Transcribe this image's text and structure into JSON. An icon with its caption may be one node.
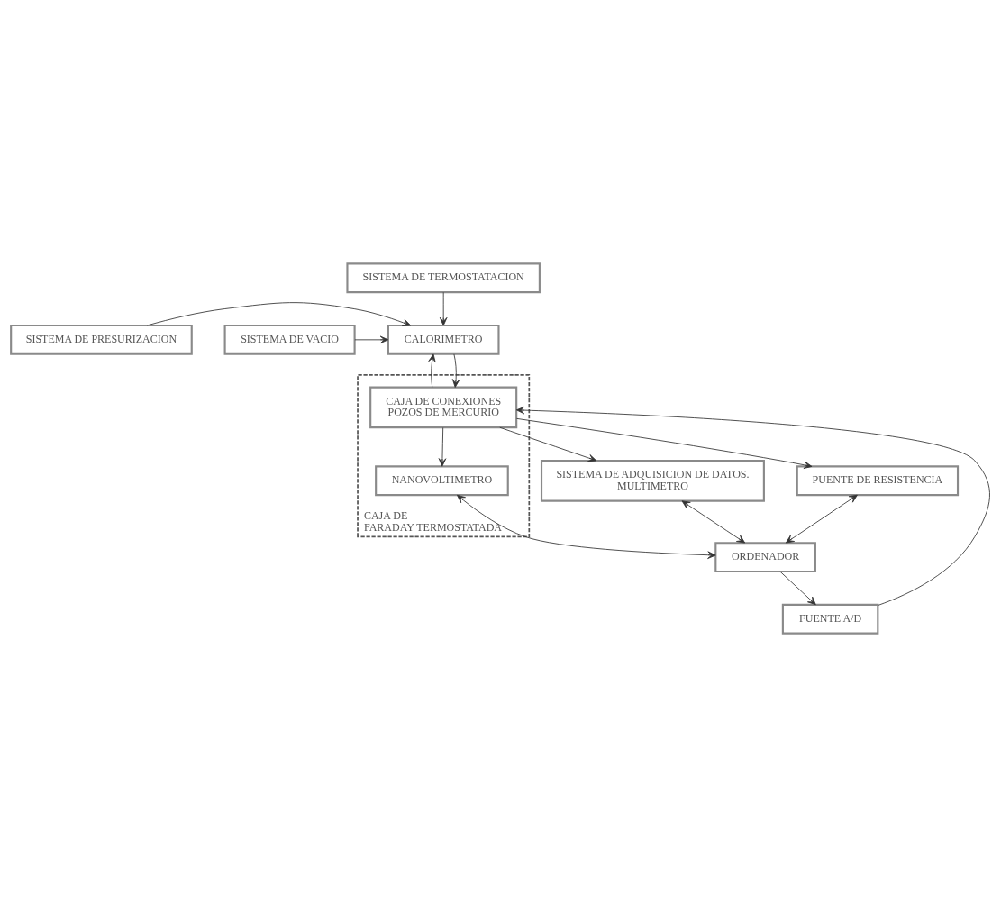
{
  "diagram": {
    "nodes": [
      {
        "text": [
          "SISTEMA DE TERMOSTATACION"
        ]
      },
      {
        "text": [
          "SISTEMA DE PRESURIZACION"
        ]
      },
      {
        "text": [
          "CALORIMETRO"
        ]
      },
      {
        "text": [
          "SISTEMA DE VACIO"
        ]
      },
      {
        "text": [
          "CAJA DE FARADAY TERMOSTATADA"
        ]
      },
      {
        "text": [
          "CAJA DE CONEXIONES",
          "POZOS DE MERCURIO"
        ],
        "in": 4
      },
      {
        "text": [
          "FUENTE A/D"
        ]
      },
      {
        "text": [
          "NANOVOLTIMETRO"
        ],
        "in": 4
      },
      {
        "text": [
          "SISTEMA DE ADQUISICION DE DATOS.",
          "MULTIMETRO"
        ]
      },
      {
        "text": [
          "PUENTE DE RESISTENCIA"
        ]
      },
      {
        "text": [
          "ORDENADOR"
        ]
      }
    ],
    "edges": [
      {
        "from": 0,
        "to": 2,
        "arrow": "to"
      },
      {
        "from": 1,
        "to": 2,
        "arrow": "to"
      },
      {
        "from": 3,
        "to": 2,
        "arrow": "to"
      },
      {
        "from": 2,
        "to": 5,
        "arrow": "to"
      },
      {
        "from": 5,
        "to": 2,
        "arrow": "to"
      },
      {
        "from": 6,
        "to": 5,
        "arrow": "to"
      },
      {
        "from": 5,
        "to": 7,
        "arrow": "to"
      },
      {
        "from": 5,
        "to": 8,
        "arrow": "to"
      },
      {
        "from": 5,
        "to": 9,
        "arrow": "to"
      },
      {
        "from": 7,
        "to": 10,
        "arrow": "both"
      },
      {
        "from": 8,
        "to": 10,
        "arrow": "both"
      },
      {
        "from": 9,
        "to": 10,
        "arrow": "both"
      },
      {
        "from": 10,
        "to": 6,
        "arrow": "to"
      }
    ]
  }
}
